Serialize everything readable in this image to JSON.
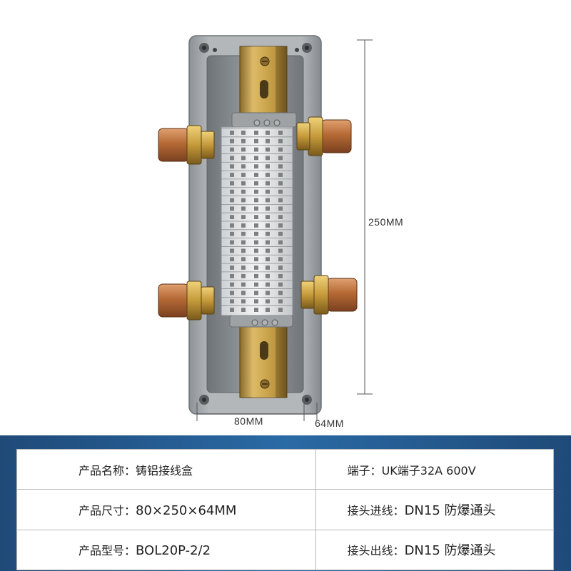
{
  "dimensions": {
    "height": "250MM",
    "width": "80MM",
    "depth": "64MM"
  },
  "specs": [
    {
      "label": "产品名称：",
      "value": "铸铝接线盒"
    },
    {
      "label": "端子：",
      "value": "UK端子32A 600V"
    },
    {
      "label": "产品尺寸：",
      "value": "80×250×64MM"
    },
    {
      "label": "接头进线：",
      "value": "DN15 防爆通头"
    },
    {
      "label": "产品型号：",
      "value": "BOL20P-2/2"
    },
    {
      "label": "接头出线：",
      "value": "DN15 防爆通头"
    }
  ],
  "colors": {
    "panel_blue": "#2a6aa5",
    "enclosure_gray": "#9ea3a6",
    "brass": "#c9a040",
    "copper": "#b5703a"
  }
}
